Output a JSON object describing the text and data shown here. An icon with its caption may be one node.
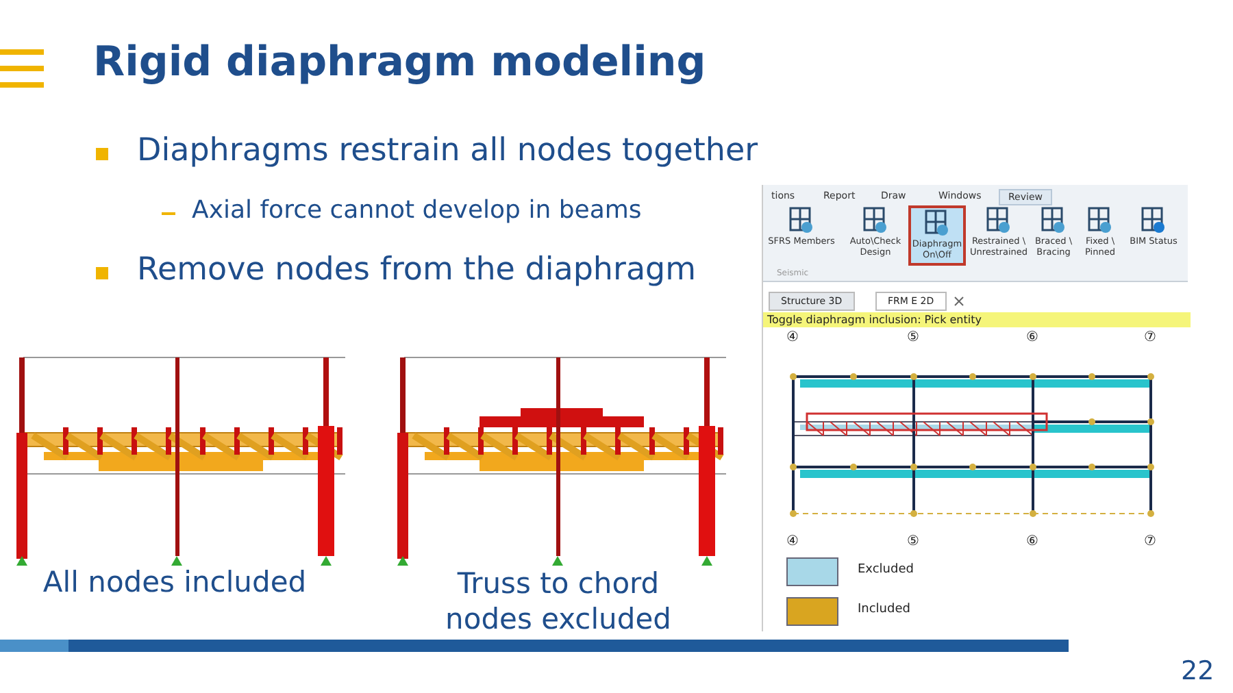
{
  "diagram": {
    "title": "Rigid diaphragm modeling",
    "labels": [
      "Diaphragms restrain all nodes together",
      "Axial force cannot develop in beams",
      "Remove nodes from the diaphragm",
      "All nodes included",
      "Truss to chord nodes excluded",
      "tions",
      "Report",
      "Draw",
      "Windows",
      "Review",
      "SFRS Members",
      "Auto\\Check Design",
      "Diaphragm On\\Off",
      "Restrained \\ Unrestrained",
      "Braced \\ Bracing",
      "Fixed \\ Pinned",
      "BIM Status",
      "Seismic",
      "Structure 3D",
      "FRM E 2D",
      "Toggle diaphragm inclusion: Pick entity",
      "④",
      "⑤",
      "⑥",
      "⑦",
      "④",
      "⑤",
      "⑥",
      "⑦",
      "22"
    ],
    "legend": [
      {
        "text": "Excluded",
        "color": "#a8d8e8"
      },
      {
        "text": "Included",
        "color": "#d9a520"
      }
    ]
  }
}
